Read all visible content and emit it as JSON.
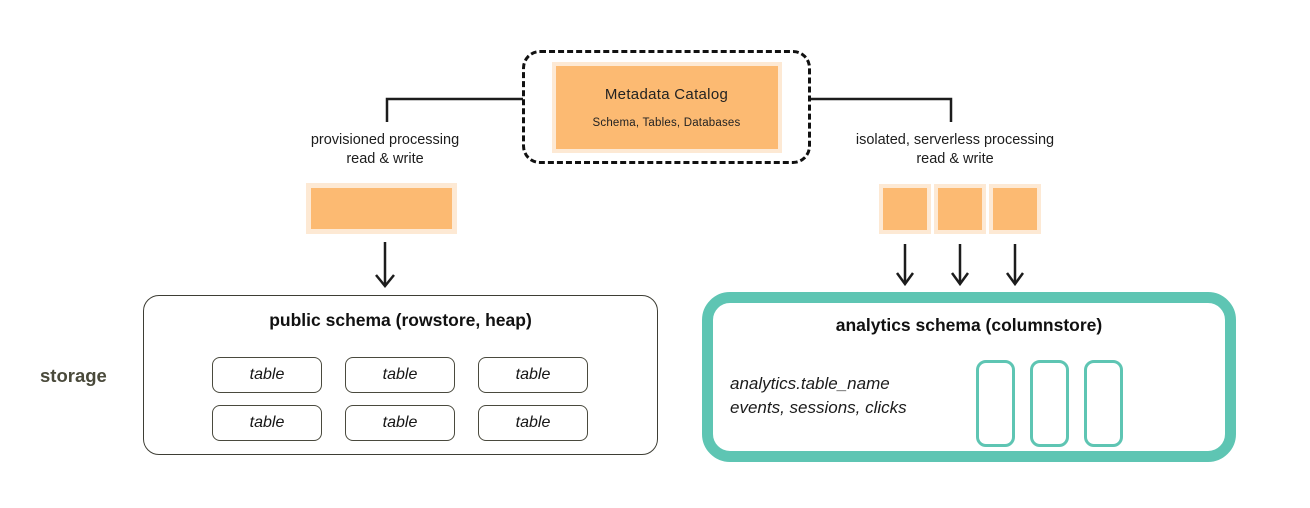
{
  "palette": {
    "orange": "#FCBA72",
    "orange_light": "#FDE9D4",
    "teal": "#5EC5B3",
    "ink": "#1C1C1C",
    "olive": "#4A4A3B",
    "line": "#1C1C1C"
  },
  "catalog": {
    "title": "Metadata Catalog",
    "subtitle": "Schema, Tables, Databases"
  },
  "left_branch": {
    "label_line1": "provisioned processing",
    "label_line2": "read & write"
  },
  "right_branch": {
    "label_line1": "isolated, serverless processing",
    "label_line2": "read & write"
  },
  "storage_label": "storage",
  "public_schema": {
    "title": "public schema (rowstore, heap)",
    "tables": [
      "table",
      "table",
      "table",
      "table",
      "table",
      "table"
    ]
  },
  "analytics_schema": {
    "title": "analytics schema (columnstore)",
    "caption_line1": "analytics.table_name",
    "caption_line2": "events, sessions, clicks"
  }
}
